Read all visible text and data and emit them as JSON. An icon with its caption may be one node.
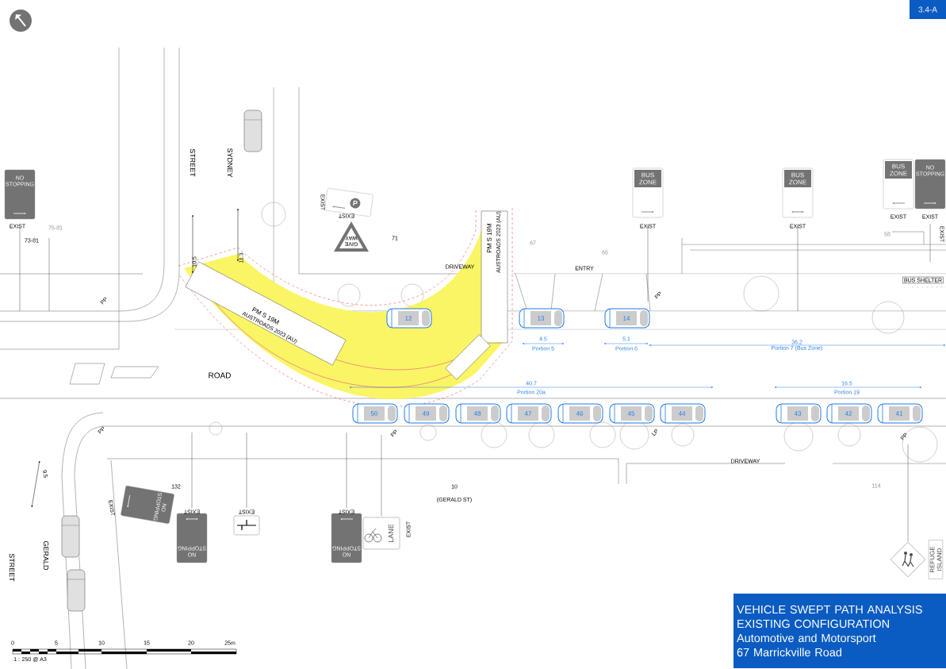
{
  "diagram": {
    "nodes": [
      {
        "text": [
          "3.4-A"
        ]
      },
      {
        "text": [],
        "shape": "car"
      },
      {
        "text": [
          "NO STOPPING"
        ],
        "beside": [
          "EXIST"
        ]
      },
      {
        "text": [
          "P"
        ],
        "beside": [
          "EXIST",
          "EXIST"
        ]
      },
      {
        "text": [
          "BUS ZONE"
        ],
        "beside": [
          "EXIST"
        ]
      },
      {
        "text": [
          "BUS ZONE"
        ],
        "beside": [
          "EXIST"
        ]
      },
      {
        "text": [
          "BUS ZONE"
        ],
        "beside": [
          "EXIST"
        ]
      },
      {
        "text": [
          "NO STOPPING"
        ],
        "beside": [
          "EXIST"
        ]
      },
      {
        "text": [
          "GIVE WAY"
        ]
      },
      {
        "text": [
          "BUS SHELTER"
        ]
      },
      {
        "text": [
          "12"
        ]
      },
      {
        "text": [
          "13"
        ]
      },
      {
        "text": [
          "14"
        ]
      },
      {
        "text": [
          "50"
        ]
      },
      {
        "text": [
          "49"
        ]
      },
      {
        "text": [
          "48"
        ]
      },
      {
        "text": [
          "47"
        ]
      },
      {
        "text": [
          "46"
        ]
      },
      {
        "text": [
          "45"
        ]
      },
      {
        "text": [
          "44"
        ]
      },
      {
        "text": [
          "43"
        ]
      },
      {
        "text": [
          "42"
        ]
      },
      {
        "text": [
          "41"
        ]
      },
      {
        "text": [
          "NO STOPPING"
        ],
        "beside": [
          "EXIST"
        ]
      },
      {
        "text": [
          "NO STOPPING"
        ],
        "beside": [
          "EXIST"
        ]
      },
      {
        "text": [],
        "shape": "box",
        "beside": [
          "EXIST"
        ]
      },
      {
        "text": [
          "NO STOPPING"
        ],
        "beside": [
          "EXIST"
        ]
      },
      {
        "text": [
          "LANE"
        ],
        "beside": [
          "EXIST"
        ]
      },
      {
        "text": [],
        "shape": "car"
      },
      {
        "text": [],
        "shape": "car"
      },
      {
        "text": [],
        "shape": "diamond"
      },
      {
        "text": [
          "REFUGE ISLAND"
        ]
      },
      {
        "text": [
          "VEHICLE SWEPT PATH ANALYSIS",
          "EXISTING CONFIGURATION",
          "Automotive and Motorsport",
          "67 Marrickville Road"
        ]
      }
    ],
    "labels": [
      "STREET",
      "SYDNEY",
      "75-81",
      "73-81",
      "10.5",
      "11.3",
      "71",
      "DRIVEWAY",
      "PM S 19M",
      "AUSTROADS 2023 (AU)",
      "PM S 19M",
      "AUSTROADS 2023 (AU)",
      "67",
      "65",
      "ENTRY",
      "58",
      "EXIST",
      "PP",
      "PP",
      "4.5",
      "Portion 5",
      "5.1",
      "Portion 6",
      "36.2",
      "Portion 7 (Bus Zone)",
      "ROAD",
      "40.7",
      "Portion 20a",
      "16.5",
      "Portion 19",
      "PP",
      "PP",
      "LP",
      "PP",
      "DRIVEWAY",
      "9.5",
      "132",
      "10",
      "(GERALD ST)",
      "114",
      "STREET",
      "GERALD",
      "0",
      "5",
      "10",
      "15",
      "20",
      "25m",
      "1 : 250  @  A3"
    ]
  }
}
